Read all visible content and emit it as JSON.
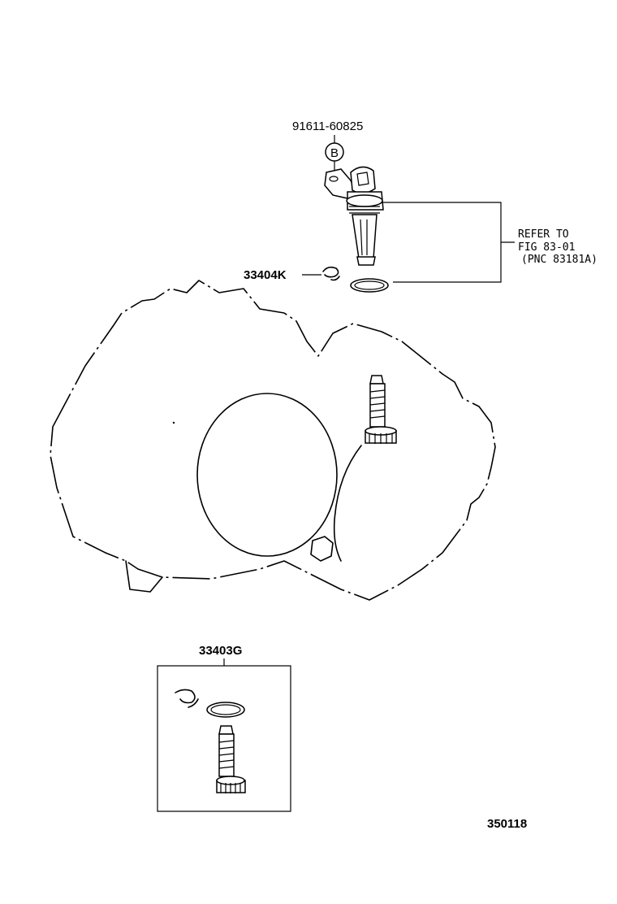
{
  "diagram": {
    "part_numbers": {
      "bolt": "91611-60825",
      "bolt_marker": "B",
      "clip": "33404K",
      "kit": "33403G"
    },
    "reference_note": {
      "line1": "REFER TO",
      "line2": "FIG 83-01",
      "line3": "(PNC 83181A)"
    },
    "figure_id": "350118"
  }
}
